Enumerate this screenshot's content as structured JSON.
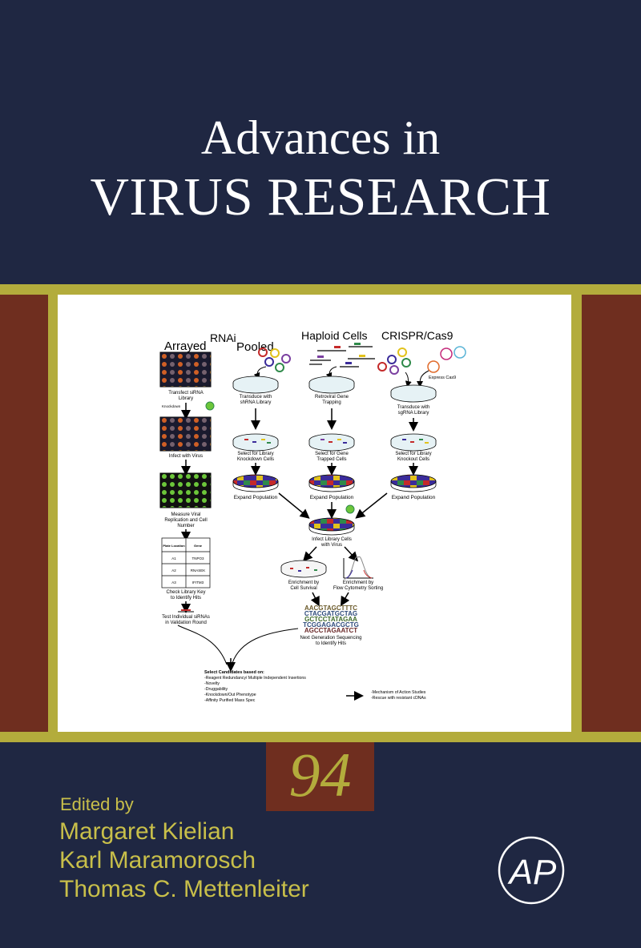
{
  "cover": {
    "title_line1": "Advances in",
    "title_line2": "VIRUS RESEARCH",
    "volume": "94",
    "edited_by": "Edited by",
    "editors": [
      "Margaret Kielian",
      "Karl Maramorosch",
      "Thomas C. Mettenleiter"
    ],
    "publisher_logo": "AP",
    "colors": {
      "navy": "#1f2742",
      "gold": "#b3ac3c",
      "brown": "#6f2e1f",
      "editor_text": "#c8bf4a"
    }
  },
  "figure": {
    "header_rnai": "RNAi",
    "col_arrayed": "Arrayed",
    "col_pooled": "Pooled",
    "col_haploid": "Haploid Cells",
    "col_crispr": "CRISPR/Cas9",
    "arrayed": {
      "step1": [
        "Transfect siRNA",
        "Library"
      ],
      "knockdown": "Knockdown",
      "step2": "Infect with Virus",
      "step3": [
        "Measure Viral",
        "Replication and Cell",
        "Number"
      ],
      "table_headers": [
        "Plate Location",
        "Gene"
      ],
      "table_rows": [
        [
          "A1",
          "TNPO3"
        ],
        [
          "A2",
          "RNASEK"
        ],
        [
          "A3",
          "IFITM3"
        ]
      ],
      "step4": [
        "Check Library Key",
        "to Identify Hits"
      ],
      "step5": [
        "Test Individual siRNAs",
        "in Validation Round"
      ]
    },
    "pooled": {
      "step1": [
        "Transduce with",
        "shRNA Library"
      ],
      "step2": [
        "Select for Library",
        "Knockdown Cells"
      ],
      "step3": "Expand Population"
    },
    "haploid": {
      "step1": [
        "Retroviral Gene",
        "Trapping"
      ],
      "step2": [
        "Select for Gene",
        "Trapped Cells"
      ],
      "step3": "Expand Population"
    },
    "crispr": {
      "express": "Express Cas9",
      "step1": [
        "Transduce with",
        "sgRNA Library"
      ],
      "step2": [
        "Select for Library",
        "Knockout Cells"
      ],
      "step3": "Expand Population"
    },
    "infect": [
      "Infect Library Cells",
      "with Virus"
    ],
    "enrich_survival": [
      "Enrichment by",
      "Cell Survival"
    ],
    "enrich_flow": [
      "Enrichment by",
      "Flow Cytometry Sorting"
    ],
    "sequences": [
      "AACGTAGCTTTC",
      "CTACGATGCTAG",
      "GCTCCTATAGAA",
      "TCGGAGACGCTG",
      "AGCCTAGAATCT"
    ],
    "ngs": [
      "Next Generation Sequencing",
      "to Identify Hits"
    ],
    "select_title": "Select Candidates based on:",
    "select_items": [
      "-Reagent Redundancy/ Multiple Independent Insertions",
      "-Novelty",
      "-Druggability",
      "-Knockdown/Out Phenotype",
      "-Affinity Purified Mass Spec"
    ],
    "followup_items": [
      "-Mechanism of Action Studies",
      "-Rescue with resistant cDNAs"
    ]
  }
}
